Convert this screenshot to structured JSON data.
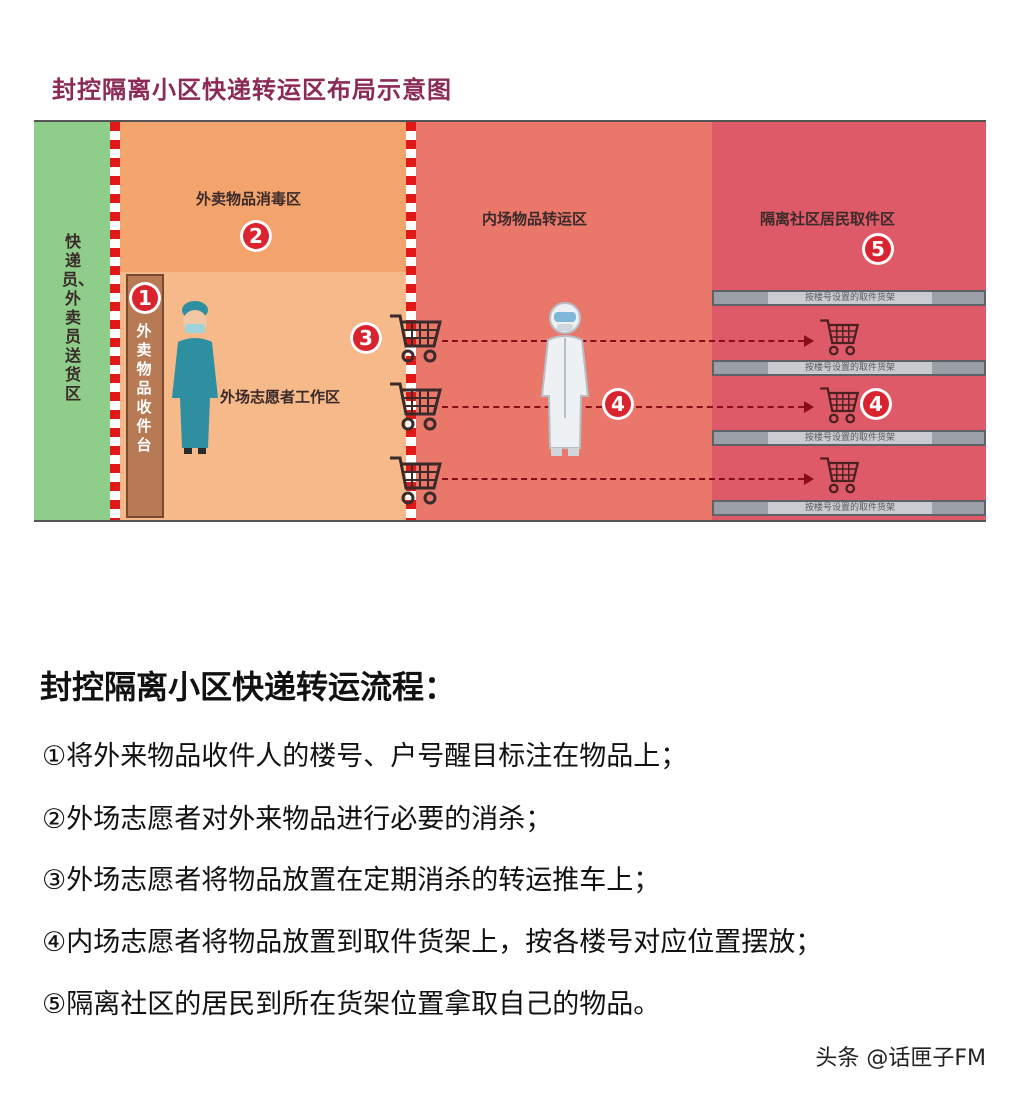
{
  "diagram": {
    "title": "封控隔离小区快递转运区布局示意图",
    "zones": {
      "courier": "快递员、外卖员送货区",
      "reception_desk": "外卖物品收件台",
      "disinfection": "外卖物品消毒区",
      "outer_volunteer": "外场志愿者工作区",
      "inner_transfer": "内场物品转运区",
      "resident_pickup": "隔离社区居民取件区"
    },
    "markers": {
      "m1": "1",
      "m2": "2",
      "m3": "3",
      "m4": "4",
      "m4b": "4",
      "m5": "5"
    },
    "shelf_label": "按楼号设置的取件货架",
    "colors": {
      "courier_zone": "#8fce8a",
      "disinfection_zone": "#f3a36c",
      "outer_zone": "#f6b98a",
      "inner_zone": "#e9776a",
      "pickup_zone": "#df5a68",
      "marker": "#d9232e",
      "stripe": "#e01818",
      "title": "#8b2a56"
    },
    "icons": [
      "shopping-cart-icon",
      "volunteer-person-icon",
      "protective-suit-person-icon"
    ]
  },
  "process": {
    "heading": "封控隔离小区快递转运流程：",
    "steps": [
      "①将外来物品收件人的楼号、户号醒目标注在物品上；",
      "②外场志愿者对外来物品进行必要的消杀；",
      "③外场志愿者将物品放置在定期消杀的转运推车上；",
      "④内场志愿者将物品放置到取件货架上，按各楼号对应位置摆放；",
      "⑤隔离社区的居民到所在货架位置拿取自己的物品。"
    ]
  },
  "watermark": "头条 @话匣子FM"
}
